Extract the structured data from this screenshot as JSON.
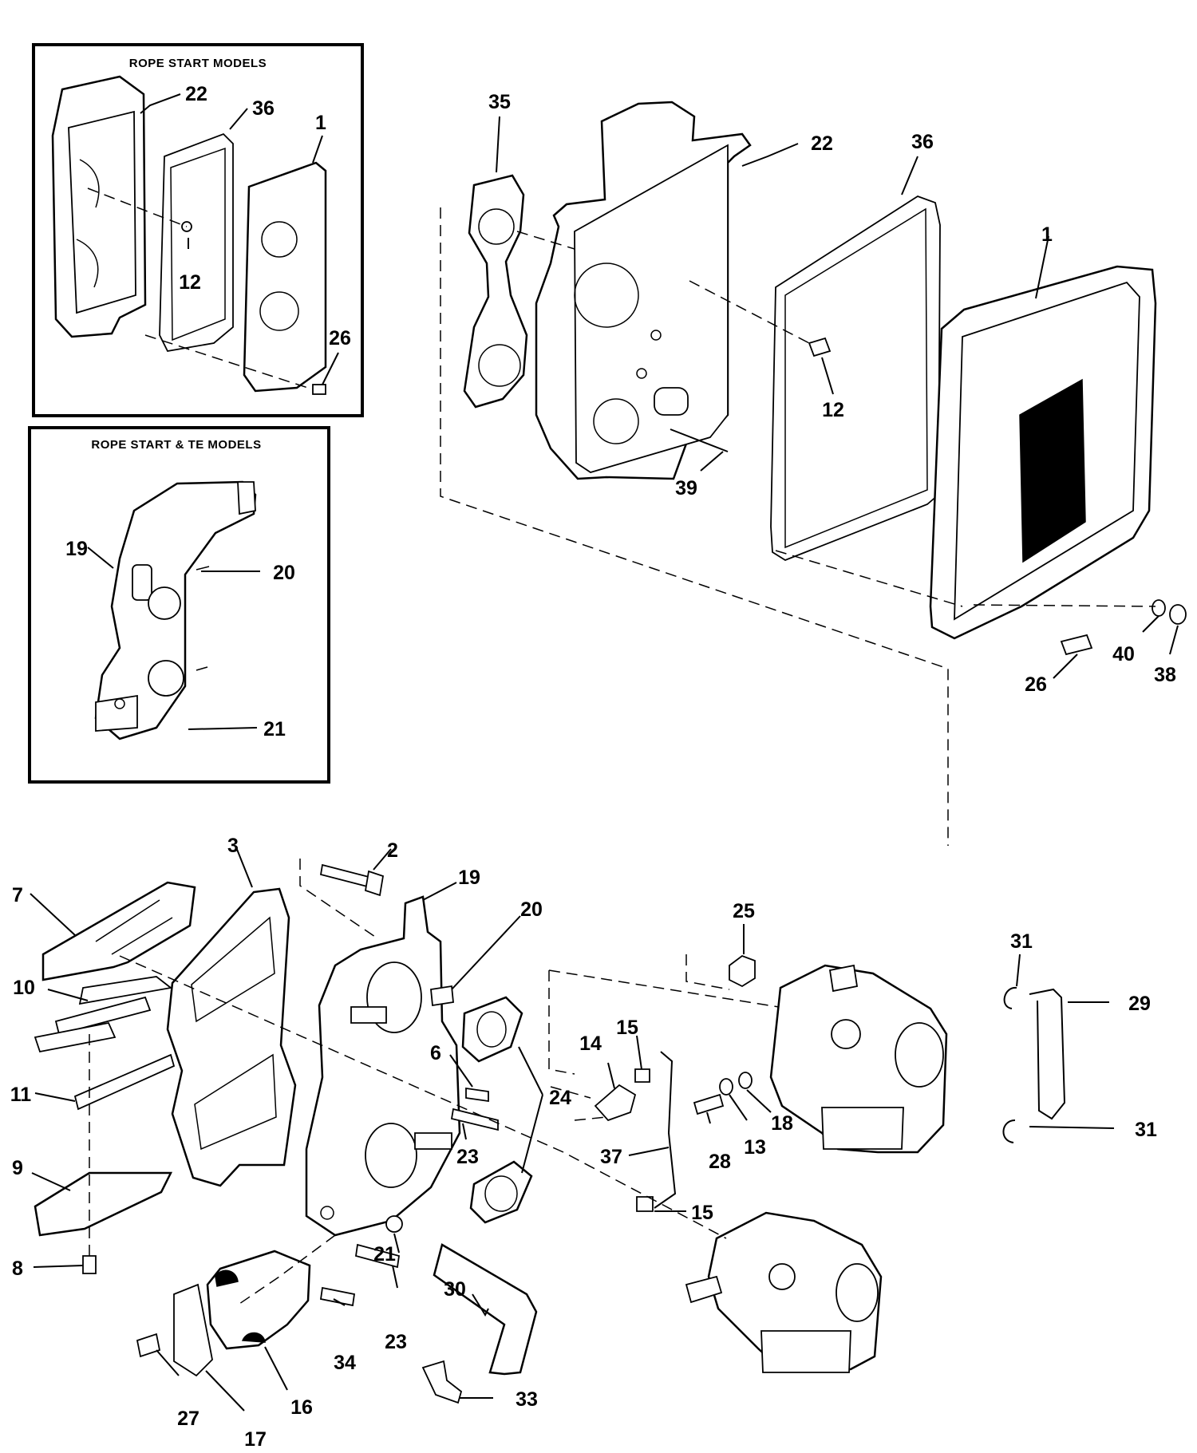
{
  "insets": {
    "rope_start": {
      "title": "ROPE START MODELS",
      "labels": [
        "22",
        "36",
        "1",
        "12",
        "26"
      ]
    },
    "rope_start_te": {
      "title": "ROPE START & TE MODELS",
      "labels": [
        "19",
        "20",
        "21"
      ]
    }
  },
  "main": {
    "upper_labels": [
      "35",
      "22",
      "36",
      "1",
      "12",
      "39",
      "26",
      "40",
      "38"
    ],
    "lower_labels": [
      "2",
      "3",
      "7",
      "19",
      "20",
      "10",
      "6",
      "14",
      "15",
      "24",
      "11",
      "23",
      "9",
      "8",
      "21",
      "37",
      "15",
      "28",
      "13",
      "18",
      "25",
      "31",
      "29",
      "31",
      "30",
      "23",
      "34",
      "33",
      "27",
      "17",
      "16"
    ]
  }
}
